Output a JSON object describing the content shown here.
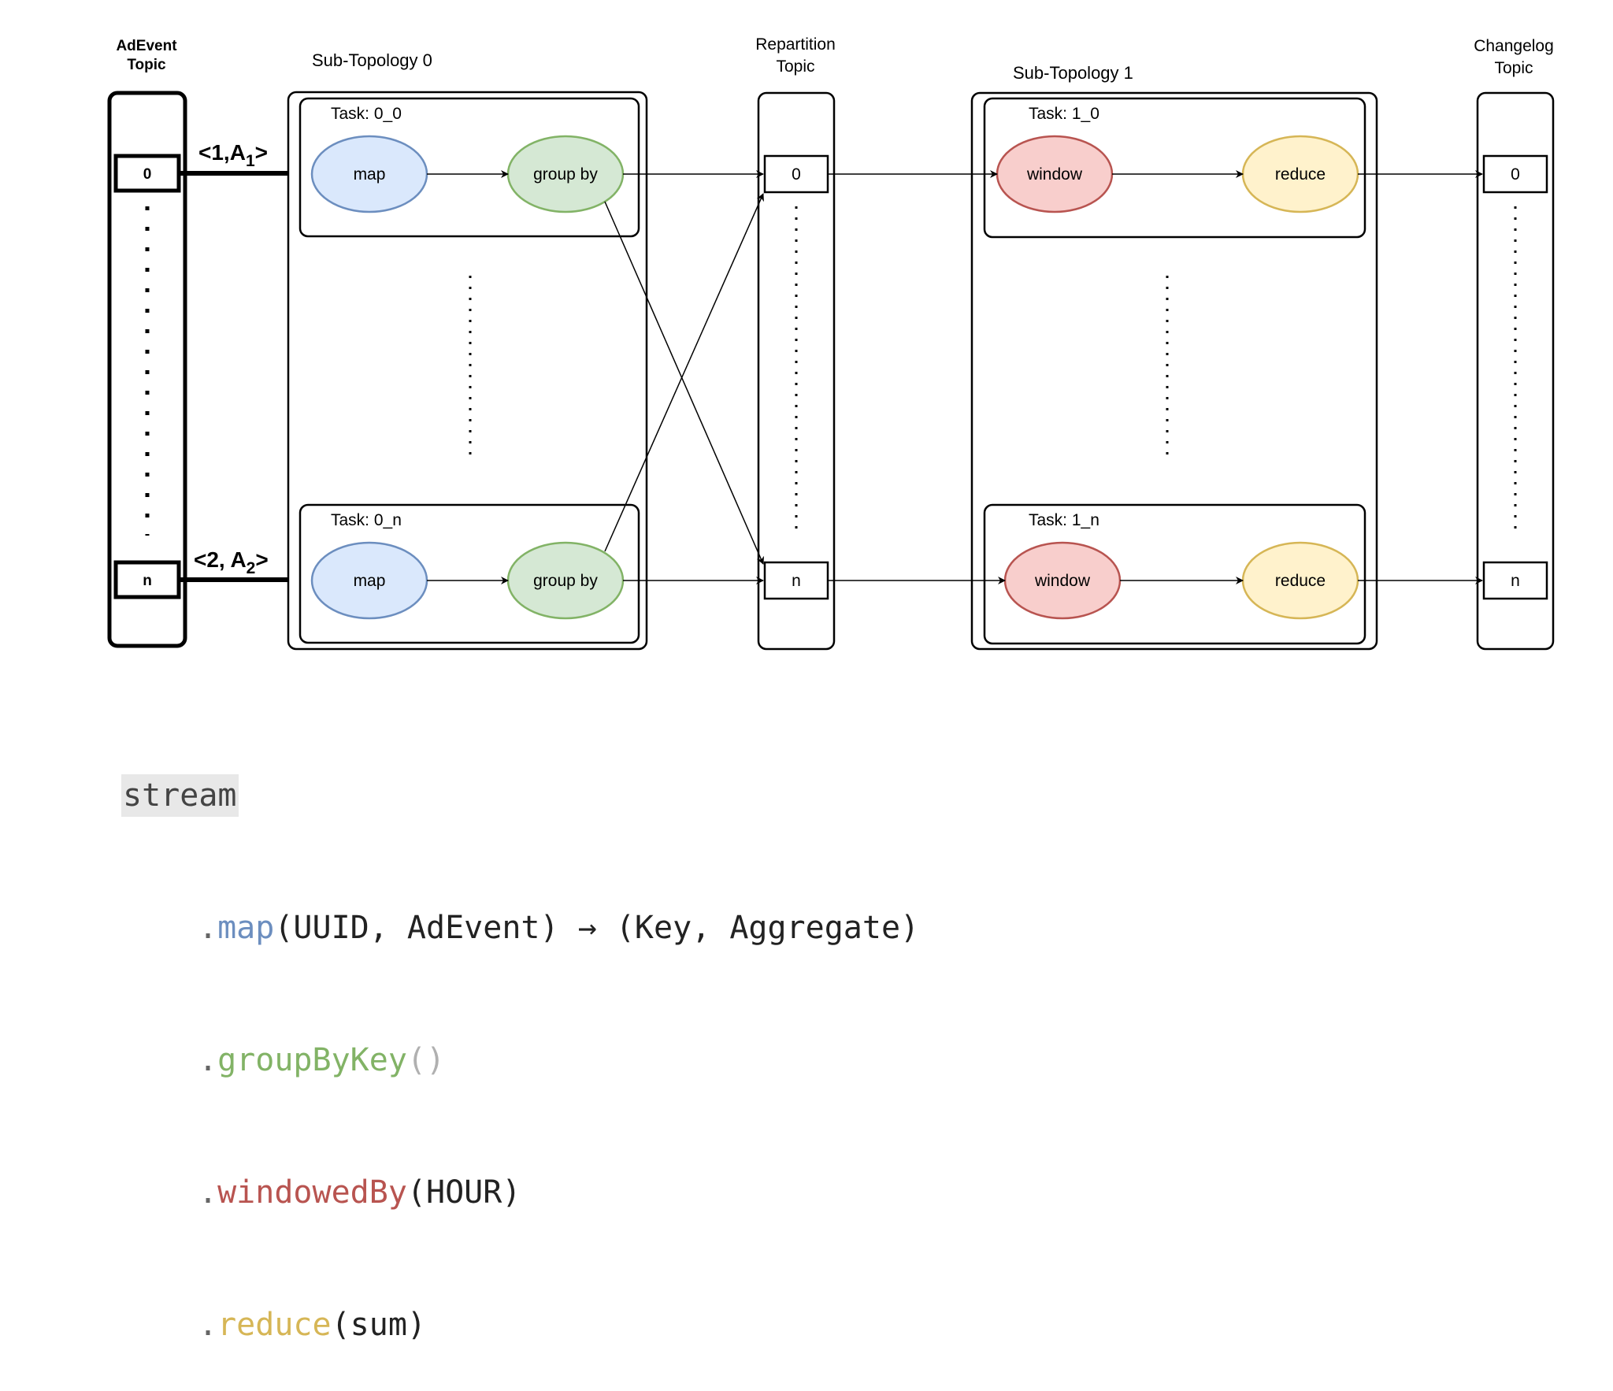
{
  "adevent_topic": {
    "title_line1": "AdEvent",
    "title_line2": "Topic",
    "partition_first": "0",
    "partition_last": "n"
  },
  "sub_topology_0": {
    "title": "Sub-Topology 0",
    "task_first": {
      "label": "Task: 0_0",
      "map": "map",
      "group_by": "group by"
    },
    "task_last": {
      "label": "Task: 0_n",
      "map": "map",
      "group_by": "group by"
    }
  },
  "input_records": {
    "first": {
      "prefix": "<1,A",
      "sub": "1",
      "suffix": ">"
    },
    "last": {
      "prefix": "<2, A",
      "sub": "2",
      "suffix": ">"
    }
  },
  "repartition_topic": {
    "title_line1": "Repartition",
    "title_line2": "Topic",
    "partition_first": "0",
    "partition_last": "n"
  },
  "sub_topology_1": {
    "title": "Sub-Topology 1",
    "task_first": {
      "label": "Task: 1_0",
      "window": "window",
      "reduce": "reduce"
    },
    "task_last": {
      "label": "Task: 1_n",
      "window": "window",
      "reduce": "reduce"
    }
  },
  "changelog_topic": {
    "title_line1": "Changelog",
    "title_line2": "Topic",
    "partition_first": "0",
    "partition_last": "n"
  },
  "colors": {
    "map_fill": "#dae8fc",
    "map_stroke": "#6c8ebf",
    "groupby_fill": "#d5e8d4",
    "groupby_stroke": "#82b366",
    "window_fill": "#f8cecc",
    "window_stroke": "#b85450",
    "reduce_fill": "#fff2cc",
    "reduce_stroke": "#d6b656",
    "code_map": "#6c8ebf",
    "code_groupby": "#82b366",
    "code_window": "#b85450",
    "code_reduce": "#d6b656"
  },
  "code": {
    "stream": "stream",
    "map_method": "map",
    "map_args": "(UUID, AdEvent) → (Key, Aggregate)",
    "groupby_method": "groupByKey",
    "groupby_args": "()",
    "window_method": "windowedBy",
    "window_args": "(HOUR)",
    "reduce_method": "reduce",
    "reduce_args": "(sum)"
  }
}
